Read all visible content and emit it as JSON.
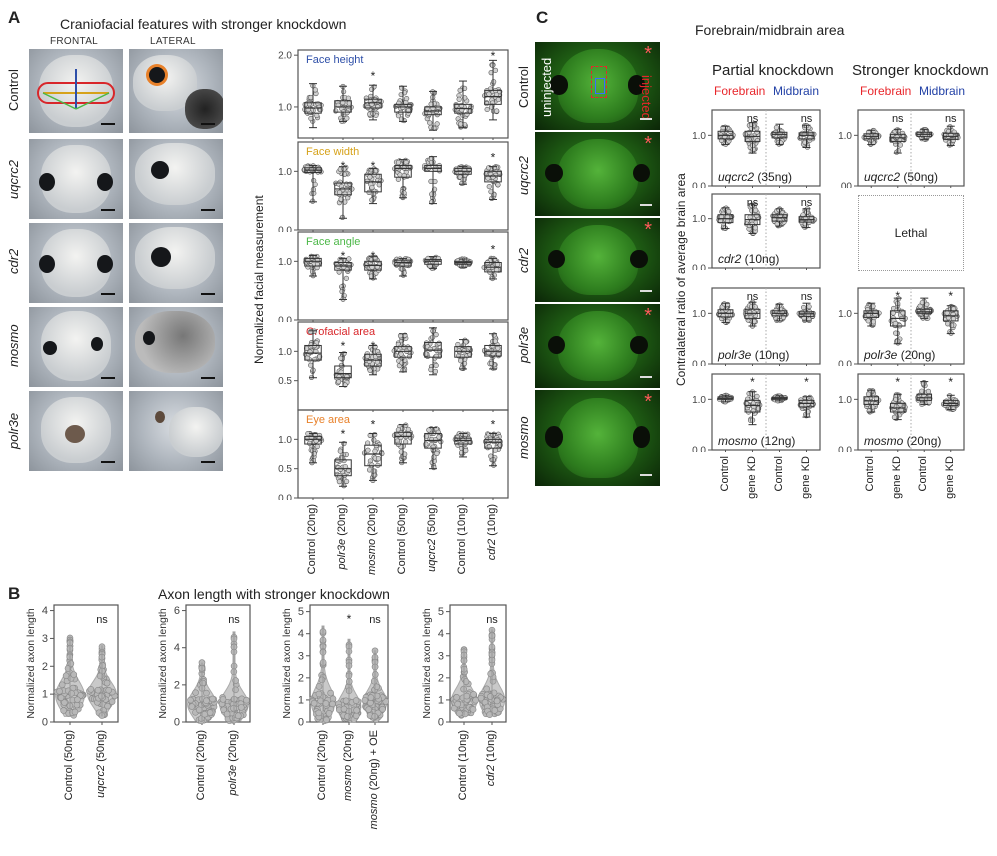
{
  "panel_a": {
    "label": "A",
    "title": "Craniofacial features with stronger knockdown",
    "col_headers": [
      "FRONTAL",
      "LATERAL"
    ],
    "row_labels": [
      "Control",
      "uqcrc2",
      "cdr2",
      "mosmo",
      "polr3e"
    ],
    "y_axis_label": "Normalized facial measurement"
  },
  "panel_b": {
    "label": "B",
    "title": "Axon length with stronger knockdown"
  },
  "panel_c": {
    "label": "C",
    "title": "Forebrain/midbrain area",
    "row_labels": [
      "Control",
      "uqcrc2",
      "cdr2",
      "polr3e",
      "mosmo"
    ],
    "uninjected": "uninjected",
    "injected": "injected",
    "asterisk": "*",
    "partial_title": "Partial knockdown",
    "stronger_title": "Stronger knockdown",
    "forebrain": "Forebrain",
    "midbrain": "Midbrain",
    "y_axis_label": "Contralateral ratio of average brain area",
    "lethal": "Lethal",
    "x_labels": [
      "Control",
      "gene KD",
      "Control",
      "gene KD"
    ]
  },
  "colors": {
    "forebrain": "#e8262b",
    "midbrain": "#2241a6",
    "face_height": "#2e4fa8",
    "face_width": "#d6a21a",
    "face_angle": "#4cb848",
    "orofacial_area": "#d8262a",
    "eye_area": "#e8812a"
  },
  "chart_data": [
    {
      "type": "box",
      "panel": "A",
      "title": "Face height",
      "title_color": "#2e4fa8",
      "ylim": [
        0.4,
        2.1
      ],
      "ticks": [
        1.0,
        2.0
      ],
      "tick_labels": [
        "1.0",
        "2.0"
      ],
      "categories": [
        {
          "name": "Control",
          "dose": " (20ng)",
          "italic": false
        },
        {
          "name": "polr3e",
          "dose": " (20ng)",
          "italic": true
        },
        {
          "name": "mosmo",
          "dose": " (20ng)",
          "italic": true
        },
        {
          "name": "Control",
          "dose": " (50ng)",
          "italic": false
        },
        {
          "name": "uqcrc2",
          "dose": " (50ng)",
          "italic": true
        },
        {
          "name": "Control",
          "dose": " (10ng)",
          "italic": false
        },
        {
          "name": "cdr2",
          "dose": " (10ng)",
          "italic": true
        }
      ],
      "stats": [
        [
          0.6,
          0.88,
          0.98,
          1.08,
          1.45
        ],
        [
          0.72,
          0.9,
          1.0,
          1.12,
          1.4
        ],
        [
          0.75,
          0.98,
          1.08,
          1.15,
          1.42
        ],
        [
          0.72,
          0.9,
          1.0,
          1.05,
          1.4
        ],
        [
          0.55,
          0.85,
          0.92,
          1.0,
          1.3
        ],
        [
          0.6,
          0.88,
          0.97,
          1.05,
          1.5
        ],
        [
          0.75,
          1.05,
          1.2,
          1.32,
          1.9
        ]
      ],
      "significance": [
        "",
        "",
        "*",
        "",
        "",
        "",
        "*"
      ]
    },
    {
      "type": "box",
      "panel": "A",
      "title": "Face width",
      "title_color": "#d6a21a",
      "ylim": [
        0,
        1.5
      ],
      "ticks": [
        0,
        1.0
      ],
      "tick_labels": [
        "0.0",
        "1.0"
      ],
      "stats": [
        [
          0.48,
          0.98,
          1.02,
          1.06,
          1.1
        ],
        [
          0.2,
          0.6,
          0.7,
          0.8,
          1.08
        ],
        [
          0.45,
          0.65,
          0.82,
          0.95,
          1.05
        ],
        [
          0.55,
          0.9,
          1.05,
          1.1,
          1.2
        ],
        [
          0.45,
          1.0,
          1.05,
          1.1,
          1.25
        ],
        [
          0.78,
          0.95,
          1.0,
          1.05,
          1.08
        ],
        [
          0.52,
          0.82,
          0.92,
          1.0,
          1.08
        ]
      ],
      "significance": [
        "",
        "*",
        "*",
        "",
        "",
        "",
        "*"
      ]
    },
    {
      "type": "box",
      "panel": "A",
      "title": "Face angle",
      "title_color": "#4cb848",
      "ylim": [
        0,
        1.5
      ],
      "ticks": [
        0,
        1.0
      ],
      "tick_labels": [
        "0.0",
        "1.0"
      ],
      "stats": [
        [
          0.75,
          0.92,
          1.0,
          1.05,
          1.1
        ],
        [
          0.35,
          0.85,
          0.92,
          0.98,
          1.05
        ],
        [
          0.7,
          0.85,
          0.93,
          1.0,
          1.08
        ],
        [
          0.75,
          0.92,
          0.98,
          1.02,
          1.05
        ],
        [
          0.88,
          0.95,
          1.0,
          1.03,
          1.08
        ],
        [
          0.9,
          0.95,
          0.98,
          1.0,
          1.04
        ],
        [
          0.7,
          0.82,
          0.9,
          0.98,
          1.05
        ]
      ],
      "significance": [
        "",
        "*",
        "*",
        "",
        "",
        "",
        "*"
      ]
    },
    {
      "type": "box",
      "panel": "A",
      "title": "Orofacial area",
      "title_color": "#d8262a",
      "ylim": [
        0,
        1.5
      ],
      "ticks": [
        0.5,
        1.0
      ],
      "tick_labels": [
        "0.5",
        "1.0"
      ],
      "stats": [
        [
          0.55,
          0.85,
          0.97,
          1.1,
          1.35
        ],
        [
          0.4,
          0.55,
          0.62,
          0.75,
          0.98
        ],
        [
          0.6,
          0.75,
          0.85,
          0.95,
          1.1
        ],
        [
          0.65,
          0.9,
          1.0,
          1.08,
          1.3
        ],
        [
          0.6,
          0.9,
          1.02,
          1.15,
          1.4
        ],
        [
          0.7,
          0.9,
          1.0,
          1.08,
          1.2
        ],
        [
          0.7,
          0.92,
          1.0,
          1.1,
          1.3
        ]
      ],
      "significance": [
        "",
        "*",
        "*",
        "",
        "",
        "",
        ""
      ]
    },
    {
      "type": "box",
      "panel": "A",
      "title": "Eye area",
      "title_color": "#e8812a",
      "ylim": [
        0,
        1.5
      ],
      "ticks": [
        0,
        0.5,
        1.0
      ],
      "tick_labels": [
        "0.0",
        "0.5",
        "1.0"
      ],
      "stats": [
        [
          0.6,
          0.92,
          1.0,
          1.05,
          1.1
        ],
        [
          0.2,
          0.38,
          0.5,
          0.65,
          0.95
        ],
        [
          0.3,
          0.55,
          0.75,
          0.9,
          1.1
        ],
        [
          0.6,
          0.92,
          1.05,
          1.12,
          1.25
        ],
        [
          0.5,
          0.85,
          0.98,
          1.1,
          1.2
        ],
        [
          0.7,
          0.92,
          0.98,
          1.02,
          1.1
        ],
        [
          0.55,
          0.85,
          0.95,
          1.0,
          1.1
        ]
      ],
      "significance": [
        "",
        "*",
        "*",
        "",
        "",
        "",
        "*"
      ]
    },
    {
      "type": "violin",
      "panel": "B",
      "ylabel": "Normalized axon length",
      "ylim": [
        0,
        4.2
      ],
      "ticks": [
        0,
        1,
        2,
        3,
        4
      ],
      "tick_labels": [
        "0",
        "1",
        "2",
        "3",
        "4"
      ],
      "categories": [
        {
          "name": "Control",
          "dose": " (50ng)",
          "italic": false
        },
        {
          "name": "uqcrc2",
          "dose": " (50ng)",
          "italic": true
        }
      ],
      "stats": [
        [
          0.2,
          0.6,
          0.95,
          1.25,
          3.05
        ],
        [
          0.2,
          0.65,
          1.0,
          1.2,
          2.75
        ]
      ],
      "significance": [
        "",
        "ns"
      ]
    },
    {
      "type": "violin",
      "panel": "B",
      "ylabel": "Normalized axon length",
      "ylim": [
        0,
        6.3
      ],
      "ticks": [
        0,
        2,
        4,
        6
      ],
      "tick_labels": [
        "0",
        "2",
        "4",
        "6"
      ],
      "categories": [
        {
          "name": "Control",
          "dose": " (20ng)",
          "italic": false
        },
        {
          "name": "polr3e",
          "dose": " (20ng)",
          "italic": true
        }
      ],
      "stats": [
        [
          0.05,
          0.5,
          0.95,
          1.35,
          3.2
        ],
        [
          0.05,
          0.5,
          0.95,
          1.35,
          4.85
        ]
      ],
      "significance": [
        "",
        "ns"
      ]
    },
    {
      "type": "violin",
      "panel": "B",
      "ylabel": "Normalized axon length",
      "ylim": [
        0,
        5.3
      ],
      "ticks": [
        0,
        1,
        2,
        3,
        4,
        5
      ],
      "tick_labels": [
        "0",
        "1",
        "2",
        "3",
        "4",
        "5"
      ],
      "categories": [
        {
          "name": "Control",
          "dose": " (20ng)",
          "italic": false
        },
        {
          "name": "mosmo",
          "dose": " (20ng)",
          "italic": true
        },
        {
          "name": "mosmo",
          "dose": " (20ng) + OE",
          "italic": true
        }
      ],
      "stats": [
        [
          0.05,
          0.5,
          0.9,
          1.3,
          4.35
        ],
        [
          0.05,
          0.35,
          0.7,
          1.0,
          3.75
        ],
        [
          0.1,
          0.55,
          0.9,
          1.2,
          3.25
        ]
      ],
      "significance": [
        "",
        "*",
        "ns"
      ]
    },
    {
      "type": "violin",
      "panel": "B",
      "ylabel": "Normalized axon length",
      "ylim": [
        0,
        5.3
      ],
      "ticks": [
        0,
        1,
        2,
        3,
        4,
        5
      ],
      "tick_labels": [
        "0",
        "1",
        "2",
        "3",
        "4",
        "5"
      ],
      "categories": [
        {
          "name": "Control",
          "dose": " (10ng)",
          "italic": false
        },
        {
          "name": "cdr2",
          "dose": " (10ng)",
          "italic": true
        }
      ],
      "stats": [
        [
          0.3,
          0.6,
          0.95,
          1.3,
          3.3
        ],
        [
          0.3,
          0.6,
          1.0,
          1.35,
          4.2
        ]
      ],
      "significance": [
        "",
        "ns"
      ]
    },
    {
      "type": "box",
      "panel": "C",
      "group": "Partial knockdown",
      "gene": "uqcrc2",
      "dose": " (35ng)",
      "ylim": [
        0,
        1.5
      ],
      "ticks": [
        0,
        1.0
      ],
      "tick_labels": [
        "0.0",
        "1.0"
      ],
      "stats": [
        [
          0.82,
          0.93,
          1.0,
          1.08,
          1.18
        ],
        [
          0.65,
          0.88,
          0.98,
          1.08,
          1.25
        ],
        [
          0.82,
          0.95,
          1.02,
          1.06,
          1.22
        ],
        [
          0.76,
          0.93,
          1.0,
          1.05,
          1.2
        ]
      ],
      "significance": [
        "",
        "ns",
        "",
        "ns"
      ]
    },
    {
      "type": "box",
      "panel": "C",
      "group": "Partial knockdown",
      "gene": "cdr2",
      "dose": " (10ng)",
      "ylim": [
        0,
        1.5
      ],
      "ticks": [
        0,
        1.0
      ],
      "tick_labels": [
        "0.0",
        "1.0"
      ],
      "stats": [
        [
          0.8,
          0.92,
          1.0,
          1.08,
          1.22
        ],
        [
          0.7,
          0.88,
          0.98,
          1.08,
          1.3
        ],
        [
          0.85,
          0.95,
          1.02,
          1.08,
          1.2
        ],
        [
          0.82,
          0.93,
          0.98,
          1.04,
          1.2
        ]
      ],
      "significance": [
        "",
        "ns",
        "",
        "ns"
      ]
    },
    {
      "type": "box",
      "panel": "C",
      "group": "Partial knockdown",
      "gene": "polr3e",
      "dose": " (10ng)",
      "ylim": [
        0,
        1.5
      ],
      "ticks": [
        0,
        1.0
      ],
      "tick_labels": [
        "0.0",
        "1.0"
      ],
      "stats": [
        [
          0.82,
          0.93,
          1.0,
          1.07,
          1.2
        ],
        [
          0.75,
          0.9,
          1.0,
          1.08,
          1.22
        ],
        [
          0.85,
          0.95,
          1.0,
          1.05,
          1.18
        ],
        [
          0.85,
          0.94,
          0.99,
          1.03,
          1.2
        ]
      ],
      "significance": [
        "",
        "ns",
        "",
        "ns"
      ]
    },
    {
      "type": "box",
      "panel": "C",
      "group": "Partial knockdown",
      "gene": "mosmo",
      "dose": " (12ng)",
      "ylim": [
        0,
        1.5
      ],
      "ticks": [
        0,
        1.0
      ],
      "tick_labels": [
        "0.0",
        "1.0"
      ],
      "stats": [
        [
          0.95,
          1.0,
          1.02,
          1.05,
          1.08
        ],
        [
          0.5,
          0.75,
          0.88,
          0.98,
          1.15
        ],
        [
          0.97,
          1.0,
          1.02,
          1.04,
          1.07
        ],
        [
          0.65,
          0.85,
          0.92,
          0.98,
          1.05
        ]
      ],
      "significance": [
        "",
        "*",
        "",
        "*"
      ]
    },
    {
      "type": "box",
      "panel": "C",
      "group": "Stronger knockdown",
      "gene": "uqcrc2",
      "dose": " (50ng)",
      "ylim": [
        0,
        1.5
      ],
      "ticks": [
        0,
        1.0
      ],
      "tick_labels": [
        "00",
        "1.0"
      ],
      "stats": [
        [
          0.82,
          0.93,
          0.98,
          1.03,
          1.1
        ],
        [
          0.65,
          0.88,
          0.95,
          1.02,
          1.12
        ],
        [
          0.92,
          0.98,
          1.02,
          1.06,
          1.12
        ],
        [
          0.8,
          0.92,
          0.98,
          1.04,
          1.18
        ]
      ],
      "significance": [
        "",
        "ns",
        "",
        "ns"
      ]
    },
    {
      "type": "box",
      "panel": "C",
      "group": "Stronger knockdown",
      "gene": "polr3e",
      "dose": " (20ng)",
      "ylim": [
        0,
        1.5
      ],
      "ticks": [
        0,
        1.0
      ],
      "tick_labels": [
        "0.0",
        "1.0"
      ],
      "stats": [
        [
          0.75,
          0.92,
          1.0,
          1.05,
          1.2
        ],
        [
          0.4,
          0.75,
          0.9,
          1.05,
          1.3
        ],
        [
          0.9,
          1.0,
          1.03,
          1.08,
          1.3
        ],
        [
          0.6,
          0.85,
          0.95,
          1.05,
          1.15
        ]
      ],
      "significance": [
        "",
        "*",
        "",
        "*"
      ]
    },
    {
      "type": "box",
      "panel": "C",
      "group": "Stronger knockdown",
      "gene": "mosmo",
      "dose": " (20ng)",
      "ylim": [
        0,
        1.5
      ],
      "ticks": [
        0,
        1.0
      ],
      "tick_labels": [
        "0.0",
        "1.0"
      ],
      "stats": [
        [
          0.75,
          0.9,
          0.97,
          1.05,
          1.18
        ],
        [
          0.6,
          0.75,
          0.83,
          0.92,
          1.1
        ],
        [
          0.9,
          0.98,
          1.03,
          1.1,
          1.35
        ],
        [
          0.8,
          0.88,
          0.92,
          0.98,
          1.08
        ]
      ],
      "significance": [
        "",
        "*",
        "",
        "*"
      ]
    }
  ]
}
